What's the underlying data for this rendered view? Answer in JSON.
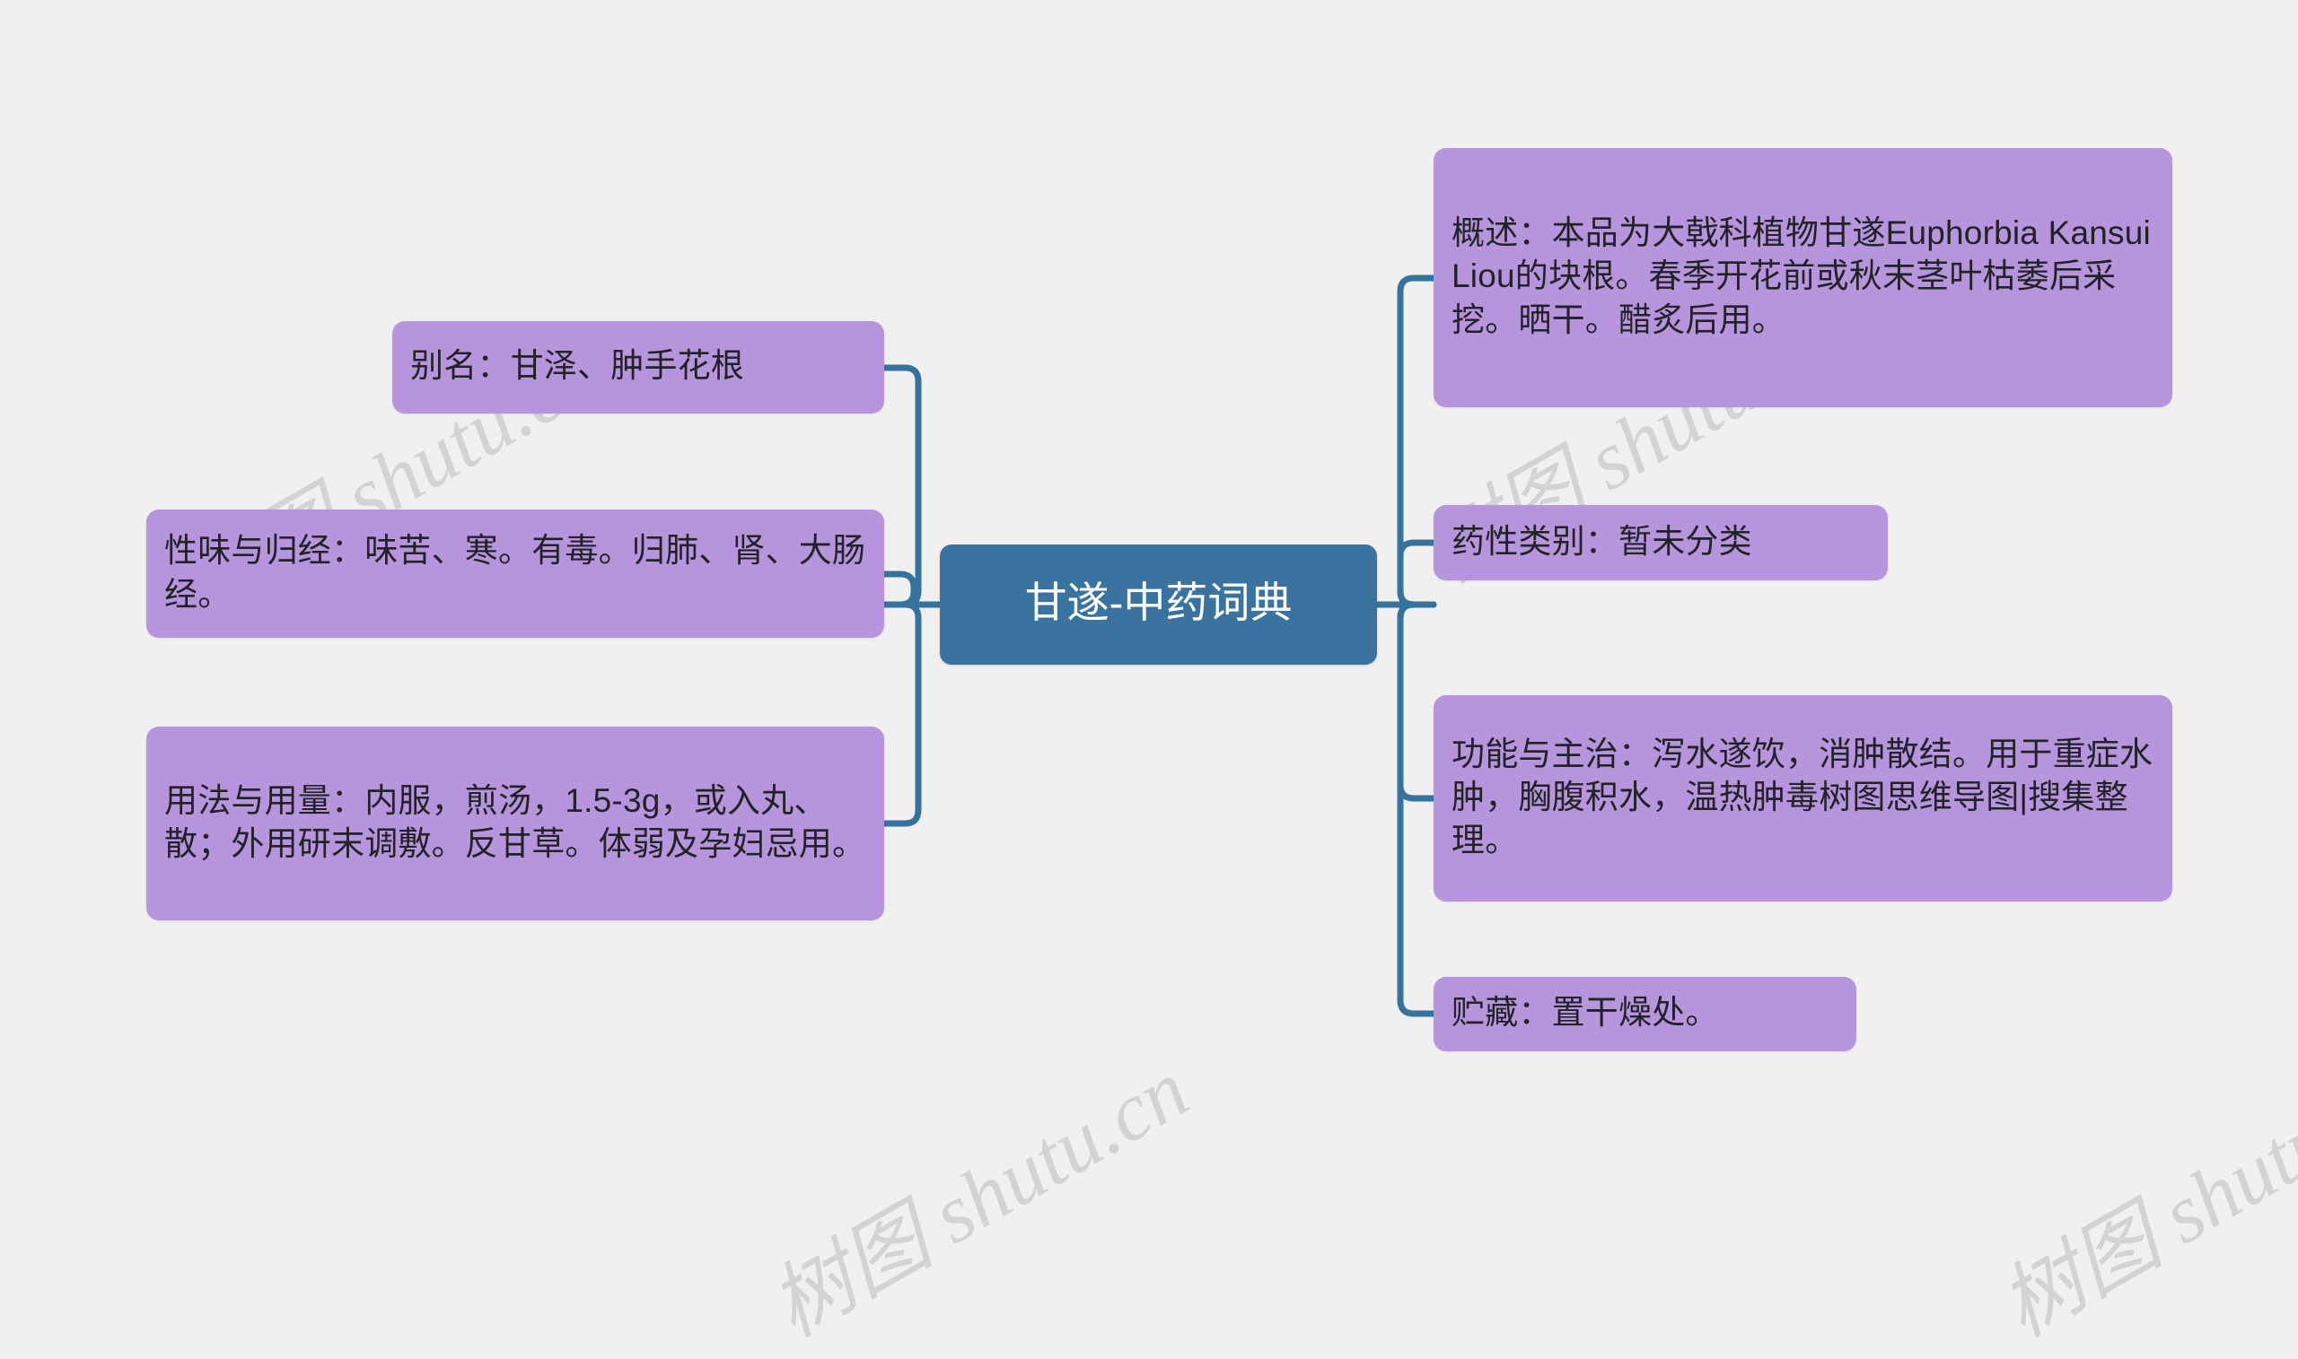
{
  "document": {
    "type": "mind-map",
    "background_color": "#f0f0f0"
  },
  "watermark": {
    "text": "树图 shutu.cn",
    "color": "#d3d3d6"
  },
  "colors": {
    "root_fill": "#3a72a0",
    "root_text": "#ffffff",
    "branch_fill": "#b795dc",
    "branch_text": "#222228",
    "connector": "#35729c",
    "canvas": "#f0f0f0"
  },
  "root": {
    "label": "甘遂-中药词典"
  },
  "branches": {
    "left": [
      {
        "id": "alias",
        "label": "别名：甘泽、肿手花根"
      },
      {
        "id": "nature",
        "label": "性味与归经：味苦、寒。有毒。归肺、肾、大肠经。"
      },
      {
        "id": "usage",
        "label": "用法与用量：内服，煎汤，1.5-3g，或入丸、散；外用研末调敷。反甘草。体弱及孕妇忌用。"
      }
    ],
    "right": [
      {
        "id": "overview",
        "label": "概述：本品为大戟科植物甘遂Euphorbia Kansui Liou的块根。春季开花前或秋末茎叶枯萎后采挖。晒干。醋炙后用。"
      },
      {
        "id": "category",
        "label": "药性类别：暂未分类"
      },
      {
        "id": "function",
        "label": "功能与主治：泻水遂饮，消肿散结。用于重症水肿，胸腹积水，温热肿毒树图思维导图|搜集整理。"
      },
      {
        "id": "storage",
        "label": "贮藏：置干燥处。"
      }
    ]
  }
}
